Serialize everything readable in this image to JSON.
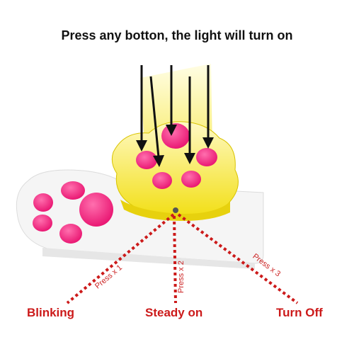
{
  "headline": "Press any botton, the light will turn on",
  "colors": {
    "accent_red": "#cc1a1a",
    "button_pink": "#ee1f7c",
    "paw_yellow": "#f4e11a",
    "body_white": "#f4f4f4",
    "arrow_black": "#111111"
  },
  "modes": [
    {
      "press_label": "Press x 1",
      "result_label": "Blinking"
    },
    {
      "press_label": "Press x 2",
      "result_label": "Steady on"
    },
    {
      "press_label": "Press x 3",
      "result_label": "Turn Off"
    }
  ],
  "icons": {
    "arrows": "down-arrow-icon",
    "buttons": "paw-pad-button"
  }
}
